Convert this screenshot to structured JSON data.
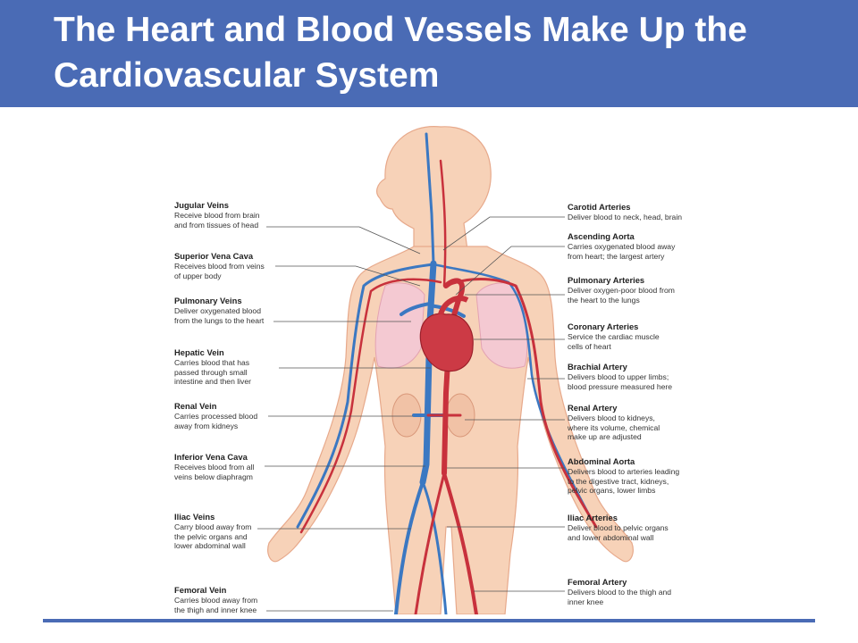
{
  "slide": {
    "title": "The Heart and Blood Vessels Make Up the Cardiovascular System"
  },
  "colors": {
    "title_bar": "#4a6bb5",
    "artery": "#c8313c",
    "vein": "#3b78c2",
    "skin": "#f7d2b8",
    "lung": "#f4c9d2",
    "leader_line": "#555555"
  },
  "left_labels": [
    {
      "key": "jugular-veins",
      "heading": "Jugular Veins",
      "desc": "Receive blood from brain\nand from tissues of head"
    },
    {
      "key": "superior-vena-cava",
      "heading": "Superior Vena Cava",
      "desc": "Receives blood from veins\nof upper body"
    },
    {
      "key": "pulmonary-veins",
      "heading": "Pulmonary Veins",
      "desc": "Deliver oxygenated blood\nfrom the lungs to the heart"
    },
    {
      "key": "hepatic-vein",
      "heading": "Hepatic Vein",
      "desc": "Carries blood that has\npassed through small\nintestine and then liver"
    },
    {
      "key": "renal-vein",
      "heading": "Renal Vein",
      "desc": "Carries processed blood\naway from kidneys"
    },
    {
      "key": "inferior-vena-cava",
      "heading": "Inferior Vena Cava",
      "desc": "Receives blood from all\nveins below diaphragm"
    },
    {
      "key": "iliac-veins",
      "heading": "Iliac Veins",
      "desc": "Carry blood away from\nthe pelvic organs and\nlower abdominal wall"
    },
    {
      "key": "femoral-vein",
      "heading": "Femoral Vein",
      "desc": "Carries blood away from\nthe thigh and inner knee"
    }
  ],
  "right_labels": [
    {
      "key": "carotid-arteries",
      "heading": "Carotid Arteries",
      "desc": "Deliver blood to neck, head, brain"
    },
    {
      "key": "ascending-aorta",
      "heading": "Ascending Aorta",
      "desc": "Carries oxygenated blood away\nfrom heart; the largest artery"
    },
    {
      "key": "pulmonary-arteries",
      "heading": "Pulmonary Arteries",
      "desc": "Deliver oxygen-poor blood from\nthe heart to the lungs"
    },
    {
      "key": "coronary-arteries",
      "heading": "Coronary Arteries",
      "desc": "Service the cardiac muscle\ncells of heart"
    },
    {
      "key": "brachial-artery",
      "heading": "Brachial Artery",
      "desc": "Delivers blood to upper limbs;\nblood pressure measured here"
    },
    {
      "key": "renal-artery",
      "heading": "Renal Artery",
      "desc": "Delivers blood to kidneys,\nwhere its volume, chemical\nmake up are adjusted"
    },
    {
      "key": "abdominal-aorta",
      "heading": "Abdominal Aorta",
      "desc": "Delivers blood to arteries leading\nto the digestive tract, kidneys,\npelvic organs, lower limbs"
    },
    {
      "key": "iliac-arteries",
      "heading": "Iliac Arteries",
      "desc": "Deliver blood to pelvic organs\nand lower abdominal wall"
    },
    {
      "key": "femoral-artery",
      "heading": "Femoral Artery",
      "desc": "Delivers blood to the thigh and\ninner knee"
    }
  ]
}
